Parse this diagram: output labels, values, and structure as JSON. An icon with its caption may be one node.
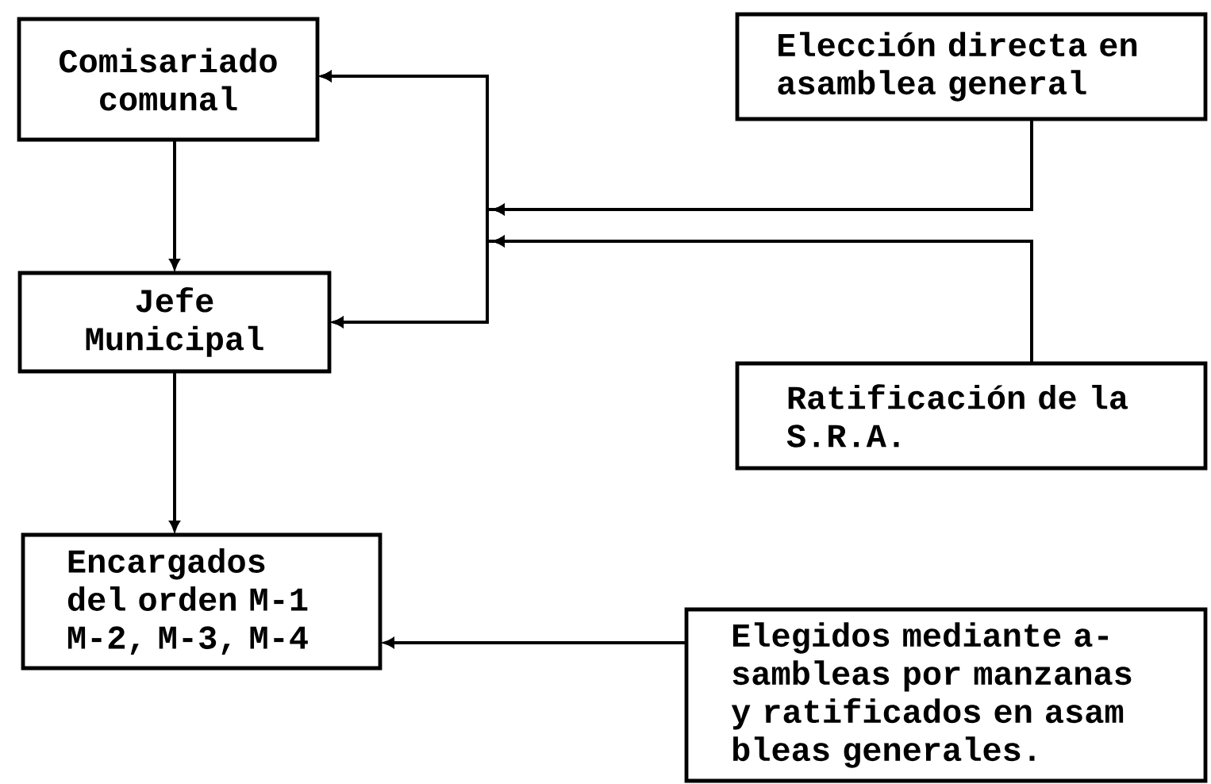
{
  "diagram": {
    "nodes": [
      {
        "text": [
          "Comisariado comunal"
        ]
      },
      {
        "text": [
          "Elección directa en asamblea general"
        ]
      },
      {
        "text": [
          "Jefe Municipal"
        ]
      },
      {
        "text": [
          "Ratificación de la S.R.A."
        ]
      },
      {
        "text": [
          "Encargados del orden M-1 M-2, M-3, M-4"
        ]
      },
      {
        "text": [
          "Elegidos mediante a- sambleas por manzanas y ratificados en asam bleas generales."
        ]
      }
    ],
    "edges": [
      {
        "from": 0,
        "to": 2,
        "arrow": "to"
      },
      {
        "from": 1,
        "to": 0,
        "arrow": "to"
      },
      {
        "from": 1,
        "to": 2,
        "arrow": "to"
      },
      {
        "from": 3,
        "to": 0,
        "arrow": "to"
      },
      {
        "from": 3,
        "to": 2,
        "arrow": "to"
      },
      {
        "from": 2,
        "to": 4,
        "arrow": "to"
      },
      {
        "from": 5,
        "to": 4,
        "arrow": "to"
      }
    ]
  }
}
